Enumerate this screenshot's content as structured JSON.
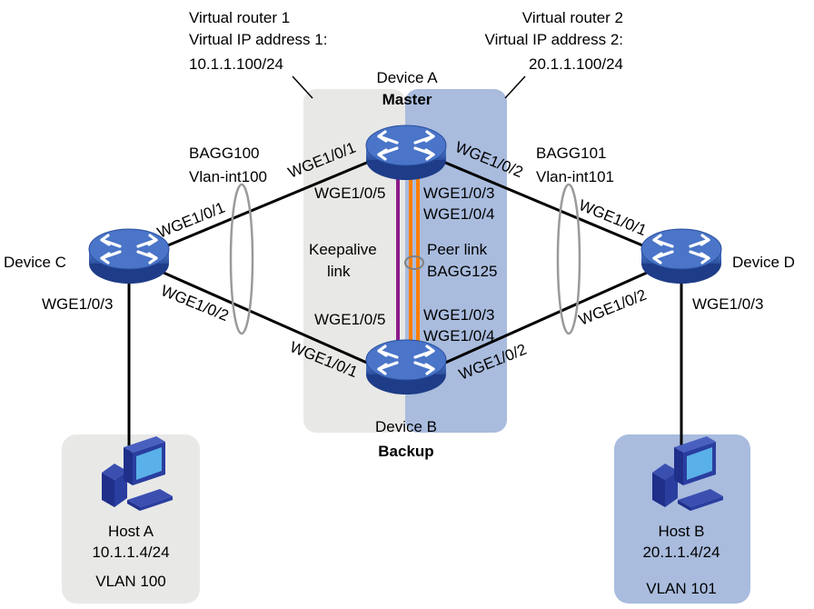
{
  "colors": {
    "grey_zone": "#e8e8e6",
    "blue_zone": "#a9bcde",
    "keepalive_link": "#8b1a8b",
    "peer_link": "#ff7f00",
    "link": "#000000",
    "device_fill": "#3c64b4",
    "device_dark": "#1e3c87",
    "host_blue": "#2a3a9a"
  },
  "vr1": {
    "line1": "Virtual router 1",
    "line2": "Virtual IP address 1:",
    "line3": "10.1.1.100/24"
  },
  "vr2": {
    "line1": "Virtual router 2",
    "line2": "Virtual IP address 2:",
    "line3": "20.1.1.100/24"
  },
  "devices": {
    "a": {
      "name": "Device A",
      "role": "Master",
      "icon": "router-icon"
    },
    "b": {
      "name": "Device B",
      "role": "Backup",
      "icon": "router-icon"
    },
    "c": {
      "name": "Device C",
      "icon": "switch-icon"
    },
    "d": {
      "name": "Device D",
      "icon": "switch-icon"
    }
  },
  "aggregations": {
    "left": {
      "bagg": "BAGG100",
      "vlanif": "Vlan-int100"
    },
    "right": {
      "bagg": "BAGG101",
      "vlanif": "Vlan-int101"
    }
  },
  "links": {
    "keepalive_line1": "Keepalive",
    "keepalive_line2": "link",
    "peer_line1": "Peer link",
    "peer_line2": "BAGG125"
  },
  "ports": {
    "a_left": "WGE1/0/1",
    "a_right": "WGE1/0/2",
    "a_keep": "WGE1/0/5",
    "a_peer1": "WGE1/0/3",
    "a_peer2": "WGE1/0/4",
    "b_keep": "WGE1/0/5",
    "b_peer1": "WGE1/0/3",
    "b_peer2": "WGE1/0/4",
    "b_left": "WGE1/0/1",
    "b_right": "WGE1/0/2",
    "c_up": "WGE1/0/1",
    "c_down": "WGE1/0/2",
    "c_host": "WGE1/0/3",
    "d_up": "WGE1/0/1",
    "d_down": "WGE1/0/2",
    "d_host": "WGE1/0/3"
  },
  "hosts": {
    "a": {
      "name": "Host A",
      "ip": "10.1.1.4/24",
      "vlan": "VLAN 100",
      "icon": "pc-icon"
    },
    "b": {
      "name": "Host B",
      "ip": "20.1.1.4/24",
      "vlan": "VLAN 101",
      "icon": "pc-icon"
    }
  }
}
